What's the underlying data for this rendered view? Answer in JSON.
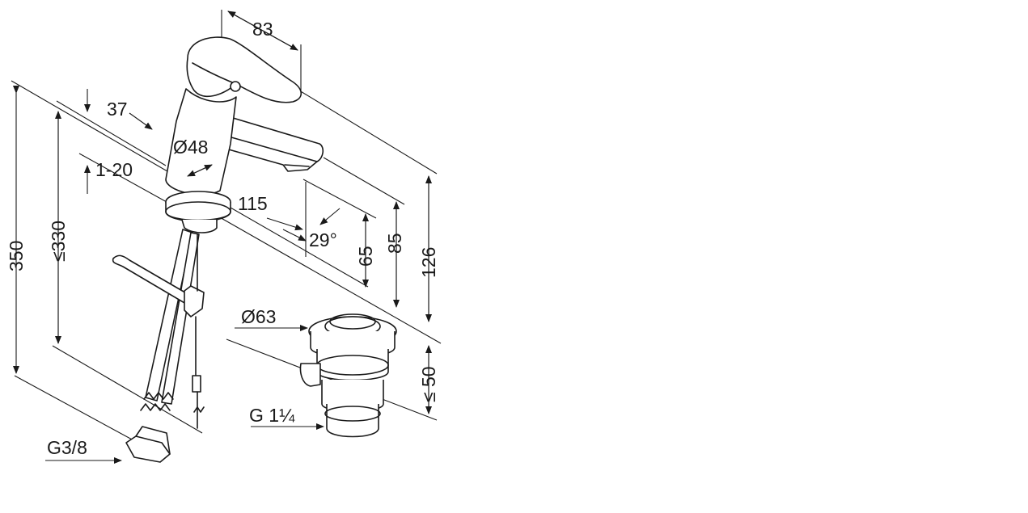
{
  "dimensions": {
    "d83": "83",
    "d37": "37",
    "d48": "Ø48",
    "d1_20": "1-20",
    "d115": "115",
    "d29": "29°",
    "d65": "65",
    "d85": "85",
    "d126": "126",
    "d330": "≤330",
    "d350": "350",
    "d63": "Ø63",
    "d50": "≤ 50",
    "g114": "G 1¼",
    "g38": "G3/8"
  }
}
